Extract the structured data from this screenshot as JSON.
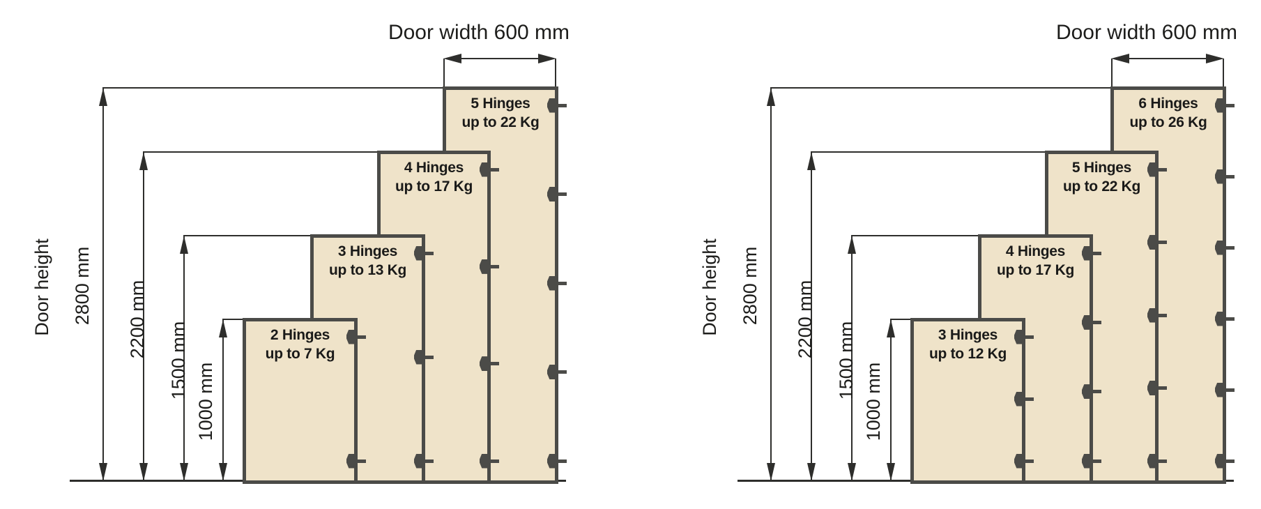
{
  "colors": {
    "door_fill": "#EFE3C9",
    "door_border": "#4B4B48",
    "line": "#2E2E2C",
    "text": "#1D1D1B"
  },
  "door_width_mm": 600,
  "door_height_axis_mm": [
    2800,
    2200,
    1500,
    1000
  ],
  "panels": [
    {
      "name": "left",
      "door_width_label": "Door width 600 mm",
      "door_height_label": "Door height",
      "dimension_labels": [
        "2800 mm",
        "2200 mm",
        "1500 mm",
        "1000 mm"
      ],
      "doors": [
        {
          "hinges": 5,
          "door_height_mm": 2800,
          "max_weight_kg": 22,
          "label_line1": "5 Hinges",
          "label_line2": "up to 22 Kg"
        },
        {
          "hinges": 4,
          "door_height_mm": 2200,
          "max_weight_kg": 17,
          "label_line1": "4 Hinges",
          "label_line2": "up to 17 Kg"
        },
        {
          "hinges": 3,
          "door_height_mm": 1500,
          "max_weight_kg": 13,
          "label_line1": "3 Hinges",
          "label_line2": "up to 13 Kg"
        },
        {
          "hinges": 2,
          "door_height_mm": 1000,
          "max_weight_kg": 7,
          "label_line1": "2 Hinges",
          "label_line2": "up to 7 Kg"
        }
      ]
    },
    {
      "name": "right",
      "door_width_label": "Door width 600 mm",
      "door_height_label": "Door height",
      "dimension_labels": [
        "2800 mm",
        "2200 mm",
        "1500 mm",
        "1000 mm"
      ],
      "doors": [
        {
          "hinges": 6,
          "door_height_mm": 2800,
          "max_weight_kg": 26,
          "label_line1": "6 Hinges",
          "label_line2": "up to 26 Kg"
        },
        {
          "hinges": 5,
          "door_height_mm": 2200,
          "max_weight_kg": 22,
          "label_line1": "5 Hinges",
          "label_line2": "up to 22 Kg"
        },
        {
          "hinges": 4,
          "door_height_mm": 1500,
          "max_weight_kg": 17,
          "label_line1": "4 Hinges",
          "label_line2": "up to 17 Kg"
        },
        {
          "hinges": 3,
          "door_height_mm": 1000,
          "max_weight_kg": 12,
          "label_line1": "3 Hinges",
          "label_line2": "up to 12 Kg"
        }
      ]
    }
  ]
}
